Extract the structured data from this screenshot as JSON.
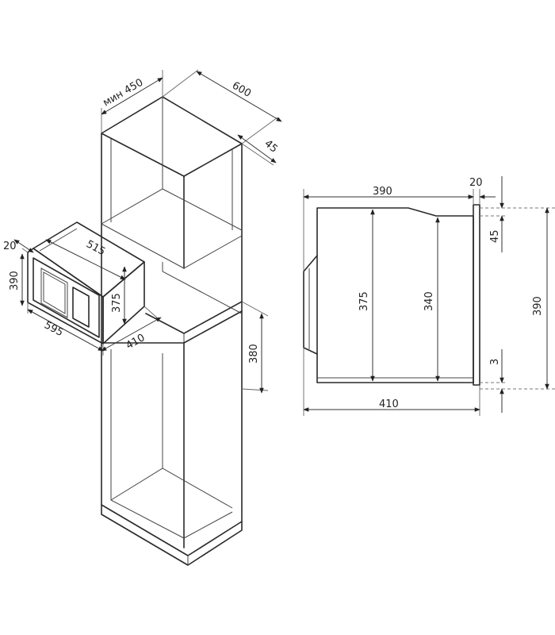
{
  "left_view": {
    "cabinet": {
      "min_depth": "мин 450",
      "width": "600",
      "top_offset": "45",
      "opening_height": "380"
    },
    "appliance": {
      "frame_depth": "20",
      "height": "390",
      "inner_width": "515",
      "front_width": "595",
      "body_height": "375",
      "body_depth": "410"
    }
  },
  "right_view": {
    "body_depth_top": "390",
    "frame_thickness": "20",
    "frame_top": "45",
    "body_height": "375",
    "inner_height": "340",
    "total_height": "390",
    "frame_bottom": "3",
    "total_depth": "410"
  }
}
